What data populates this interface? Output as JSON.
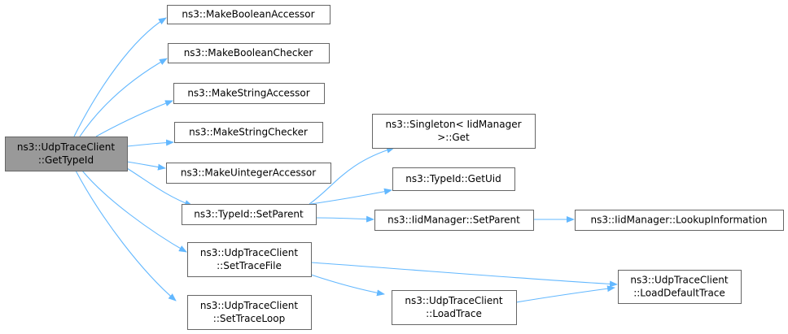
{
  "colors": {
    "node_fill": "#ffffff",
    "root_fill": "#999999",
    "node_border": "#666666",
    "edge": "#63b8ff"
  },
  "graph": {
    "nodes": [
      {
        "id": "root",
        "lines": [
          "ns3::UdpTraceClient",
          "::GetTypeId"
        ],
        "root": true
      },
      {
        "id": "make_boolean_accessor",
        "lines": [
          "ns3::MakeBooleanAccessor"
        ]
      },
      {
        "id": "make_boolean_checker",
        "lines": [
          "ns3::MakeBooleanChecker"
        ]
      },
      {
        "id": "make_string_accessor",
        "lines": [
          "ns3::MakeStringAccessor"
        ]
      },
      {
        "id": "make_string_checker",
        "lines": [
          "ns3::MakeStringChecker"
        ]
      },
      {
        "id": "make_uinteger_accessor",
        "lines": [
          "ns3::MakeUintegerAccessor"
        ]
      },
      {
        "id": "typeid_setparent",
        "lines": [
          "ns3::TypeId::SetParent"
        ]
      },
      {
        "id": "settracefile",
        "lines": [
          "ns3::UdpTraceClient",
          "::SetTraceFile"
        ]
      },
      {
        "id": "settraceloop",
        "lines": [
          "ns3::UdpTraceClient",
          "::SetTraceLoop"
        ]
      },
      {
        "id": "singleton_get",
        "lines": [
          "ns3::Singleton< IidManager",
          ">::Get"
        ]
      },
      {
        "id": "typeid_getuid",
        "lines": [
          "ns3::TypeId::GetUid"
        ]
      },
      {
        "id": "iidmanager_setparent",
        "lines": [
          "ns3::IidManager::SetParent"
        ]
      },
      {
        "id": "iidmanager_lookup",
        "lines": [
          "ns3::IidManager::LookupInformation"
        ]
      },
      {
        "id": "loadtrace",
        "lines": [
          "ns3::UdpTraceClient",
          "::LoadTrace"
        ]
      },
      {
        "id": "loaddefaulttrace",
        "lines": [
          "ns3::UdpTraceClient",
          "::LoadDefaultTrace"
        ]
      }
    ],
    "edges": [
      {
        "from": "root",
        "to": "make_boolean_accessor"
      },
      {
        "from": "root",
        "to": "make_boolean_checker"
      },
      {
        "from": "root",
        "to": "make_string_accessor"
      },
      {
        "from": "root",
        "to": "make_string_checker"
      },
      {
        "from": "root",
        "to": "make_uinteger_accessor"
      },
      {
        "from": "root",
        "to": "typeid_setparent"
      },
      {
        "from": "root",
        "to": "settracefile"
      },
      {
        "from": "root",
        "to": "settraceloop"
      },
      {
        "from": "typeid_setparent",
        "to": "singleton_get"
      },
      {
        "from": "typeid_setparent",
        "to": "typeid_getuid"
      },
      {
        "from": "typeid_setparent",
        "to": "iidmanager_setparent"
      },
      {
        "from": "iidmanager_setparent",
        "to": "iidmanager_lookup"
      },
      {
        "from": "settracefile",
        "to": "loaddefaulttrace"
      },
      {
        "from": "settracefile",
        "to": "loadtrace"
      },
      {
        "from": "loadtrace",
        "to": "loaddefaulttrace"
      }
    ]
  }
}
